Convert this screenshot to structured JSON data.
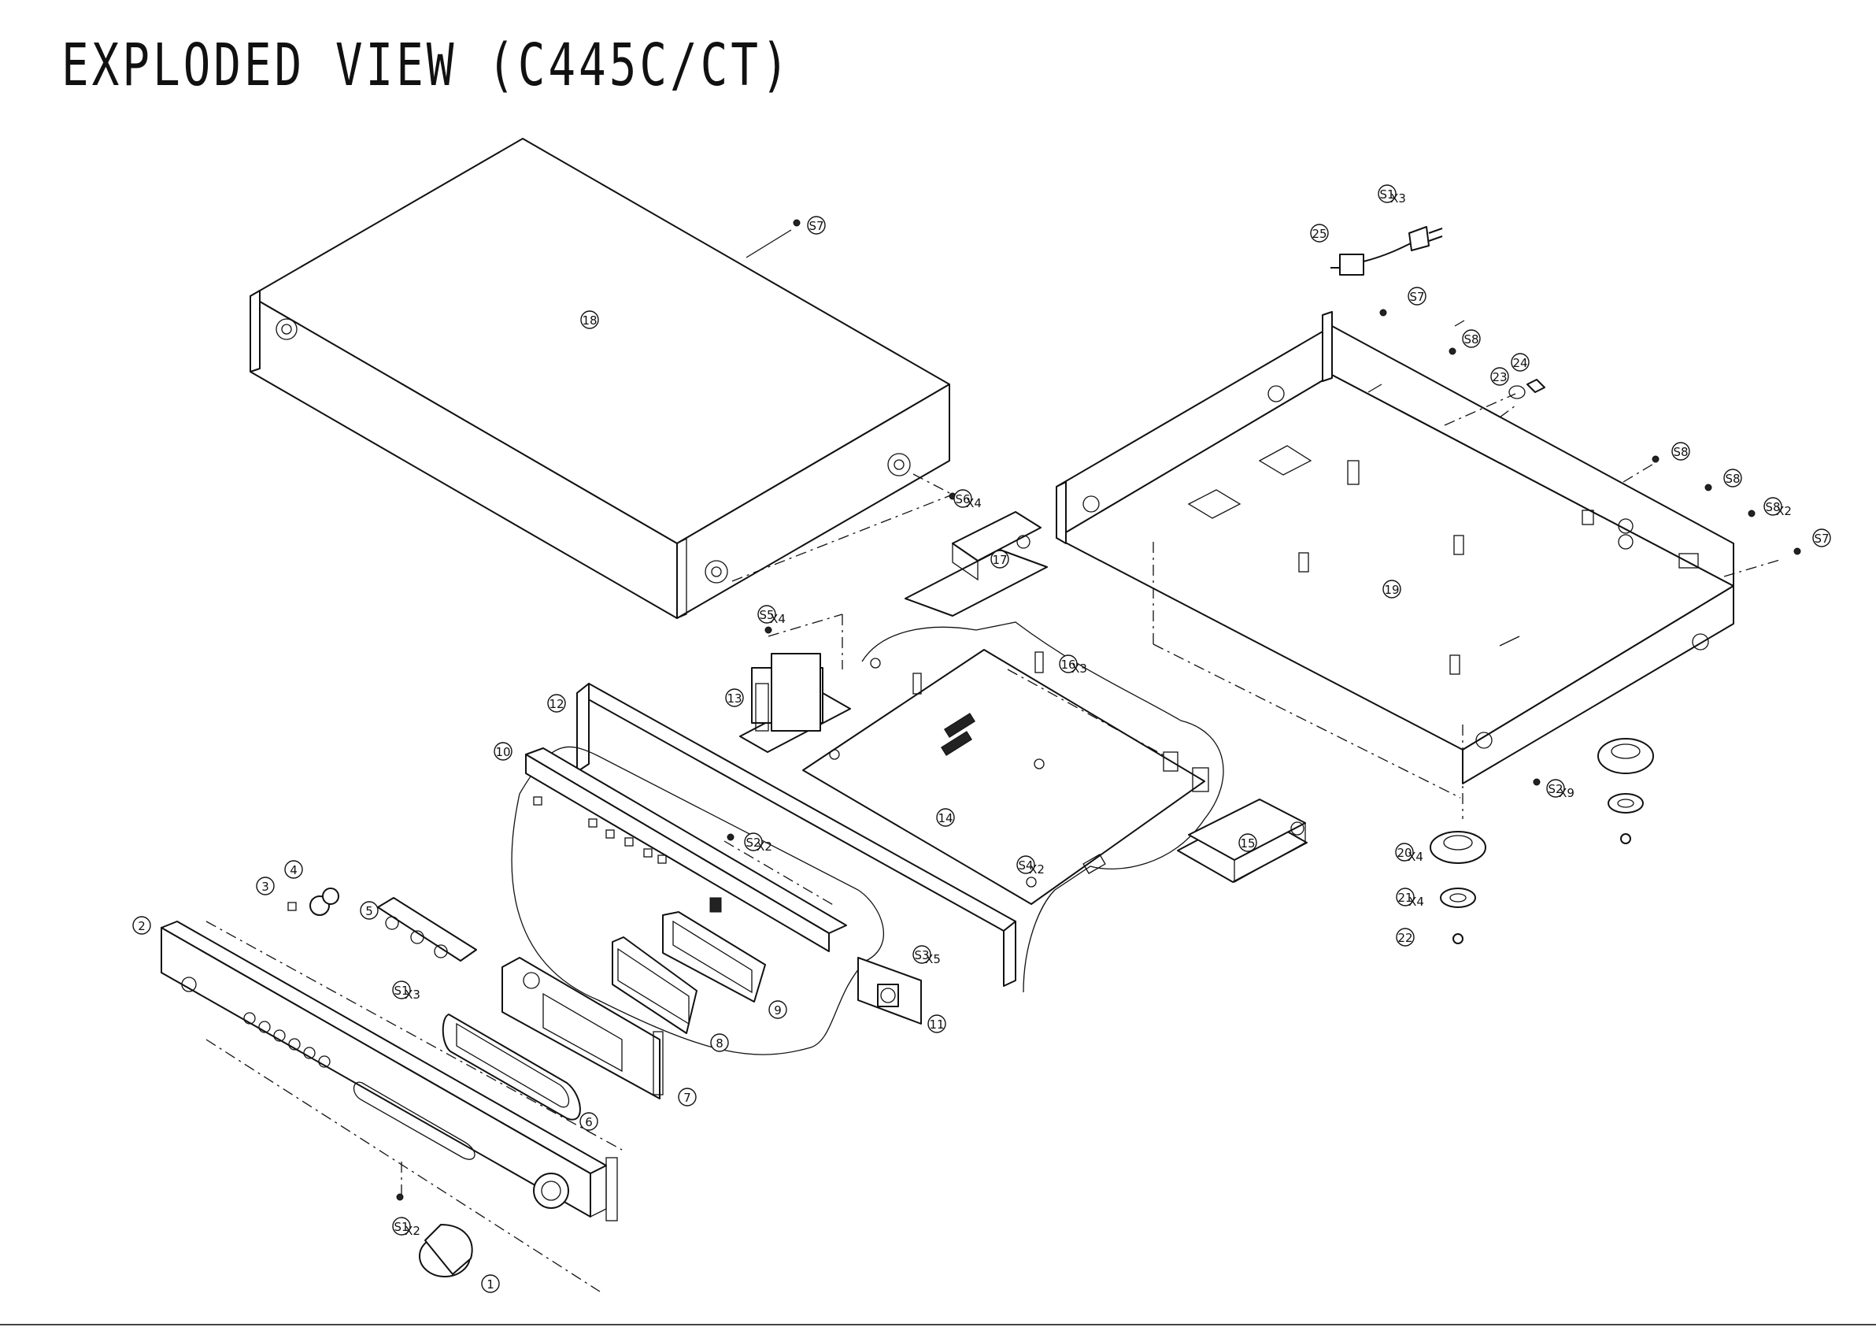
{
  "title": "EXPLODED VIEW (C445C/CT)",
  "colors": {
    "ink": "#111111",
    "paper": "#ffffff"
  },
  "callouts": [
    {
      "label": "1"
    },
    {
      "label": "2"
    },
    {
      "label": "3"
    },
    {
      "label": "4"
    },
    {
      "label": "5"
    },
    {
      "label": "6"
    },
    {
      "label": "7"
    },
    {
      "label": "8"
    },
    {
      "label": "9"
    },
    {
      "label": "10"
    },
    {
      "label": "11"
    },
    {
      "label": "12"
    },
    {
      "label": "13"
    },
    {
      "label": "14"
    },
    {
      "label": "15"
    },
    {
      "label": "16",
      "qty": "X3"
    },
    {
      "label": "17"
    },
    {
      "label": "18"
    },
    {
      "label": "19"
    },
    {
      "label": "20",
      "qty": "X4"
    },
    {
      "label": "21",
      "qty": "X4"
    },
    {
      "label": "22"
    },
    {
      "label": "23"
    },
    {
      "label": "24"
    },
    {
      "label": "25"
    },
    {
      "label": "S1",
      "qty": "X3"
    },
    {
      "label": "S1",
      "qty": "X3"
    },
    {
      "label": "S1",
      "qty": "X2"
    },
    {
      "label": "S2",
      "qty": "X9"
    },
    {
      "label": "S2",
      "qty": "X2"
    },
    {
      "label": "S3",
      "qty": "X5"
    },
    {
      "label": "S4",
      "qty": "X2"
    },
    {
      "label": "S5",
      "qty": "X4"
    },
    {
      "label": "S6",
      "qty": "X4"
    },
    {
      "label": "S7"
    },
    {
      "label": "S7"
    },
    {
      "label": "S7"
    },
    {
      "label": "S8"
    },
    {
      "label": "S8"
    },
    {
      "label": "S8"
    },
    {
      "label": "S8",
      "qty": "X2"
    }
  ]
}
